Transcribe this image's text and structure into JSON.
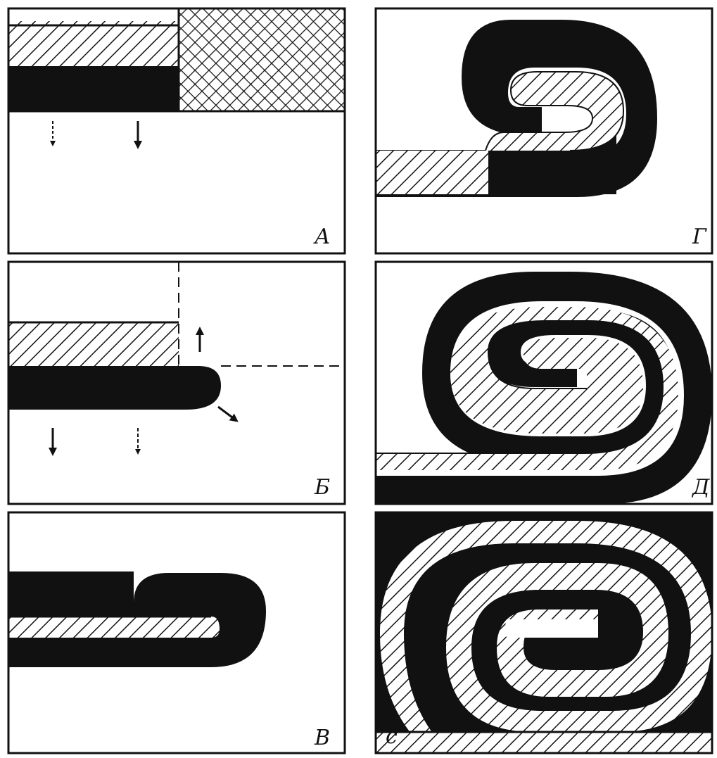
{
  "figure": {
    "panels": [
      {
        "id": "A",
        "label": "А"
      },
      {
        "id": "B",
        "label": "Б"
      },
      {
        "id": "V",
        "label": "В"
      },
      {
        "id": "G",
        "label": "Г"
      },
      {
        "id": "D",
        "label": "Д"
      },
      {
        "id": "E",
        "label": "с"
      }
    ]
  },
  "colors": {
    "ink": "#111111",
    "paper": "#ffffff"
  }
}
